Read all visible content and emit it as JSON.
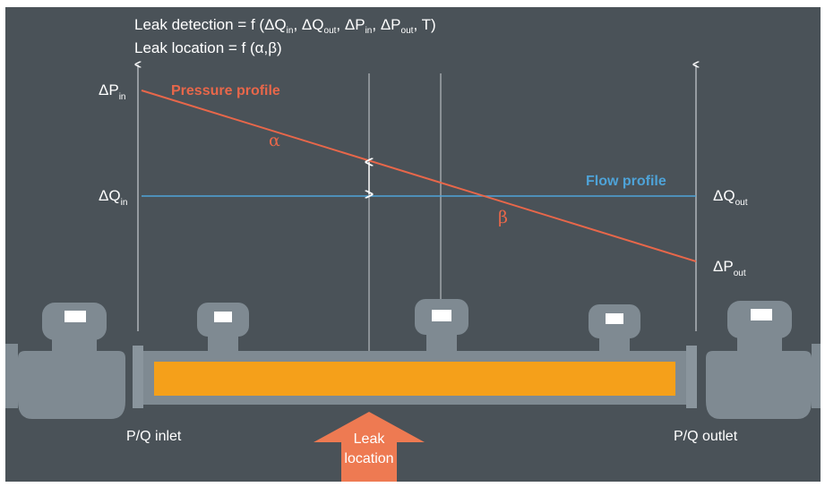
{
  "header": {
    "leak_detection_prefix": "Leak detection = f (",
    "d1": "ΔQ",
    "d1_sub": "in",
    "d2": "ΔQ",
    "d2_sub": "out",
    "d3": "ΔP",
    "d3_sub": "in",
    "d4": "ΔP",
    "d4_sub": "out",
    "leak_detection_suffix": ", T)",
    "leak_location": "Leak location = f (α,β)"
  },
  "left_axis": {
    "p_in": "ΔP",
    "p_in_sub": "in",
    "q_in": "ΔQ",
    "q_in_sub": "in"
  },
  "right_axis": {
    "q_out": "ΔQ",
    "q_out_sub": "out",
    "p_out": "ΔP",
    "p_out_sub": "out"
  },
  "profiles": {
    "pressure_label": "Pressure profile",
    "flow_label": "Flow profile",
    "alpha": "α",
    "beta": "β"
  },
  "labels": {
    "inlet": "P/Q inlet",
    "outlet": "P/Q outlet",
    "leak_line1": "Leak",
    "leak_line2": "location"
  },
  "colors": {
    "background": "#4a5258",
    "pressure": "#e8674a",
    "flow": "#4ea3d8",
    "pipe": "#f5a01a",
    "valve": "#7f8a92",
    "arrow": "#ee7a52"
  }
}
